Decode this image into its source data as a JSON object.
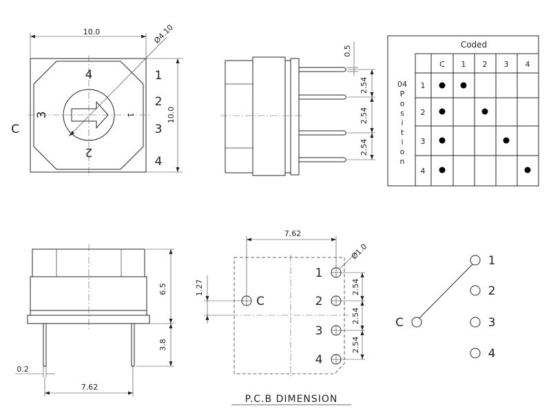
{
  "front_view": {
    "width_dim": "10.0",
    "height_dim": "10.0",
    "dia_dim": "Ø4.10",
    "common_label": "C",
    "dial_labels": [
      "4",
      "1",
      "2",
      "3"
    ],
    "side_numbers": [
      "1",
      "2",
      "3",
      "4"
    ]
  },
  "side_view": {
    "pin_width_dim": "0.5",
    "pitch_dims": [
      "2.54",
      "2.54",
      "2.54"
    ]
  },
  "code_table": {
    "header": "Coded",
    "columns": [
      "C",
      "1",
      "2",
      "3",
      "4"
    ],
    "row_label": "04 Position",
    "rows": [
      {
        "label": "1",
        "dots": [
          true,
          true,
          false,
          false,
          false
        ]
      },
      {
        "label": "2",
        "dots": [
          true,
          false,
          true,
          false,
          false
        ]
      },
      {
        "label": "3",
        "dots": [
          true,
          false,
          false,
          true,
          false
        ]
      },
      {
        "label": "4",
        "dots": [
          true,
          false,
          false,
          false,
          true
        ]
      }
    ]
  },
  "bottom_side_view": {
    "body_height_dim": "6.5",
    "pin_length_dim": "3.8",
    "pin_width_dim": "0.2",
    "pin_spacing_dim": "7.62"
  },
  "pcb": {
    "width_dim": "7.62",
    "hole_dia_dim": "Ø1.0",
    "offset_dim": "1.27",
    "pitch_dims": [
      "2.54",
      "2.54",
      "2.54"
    ],
    "hole_labels": [
      "1",
      "2",
      "3",
      "4"
    ],
    "common_label": "C",
    "title": "P.C.B DIMENSION"
  },
  "schematic": {
    "common_label": "C",
    "contact_labels": [
      "1",
      "2",
      "3",
      "4"
    ]
  }
}
